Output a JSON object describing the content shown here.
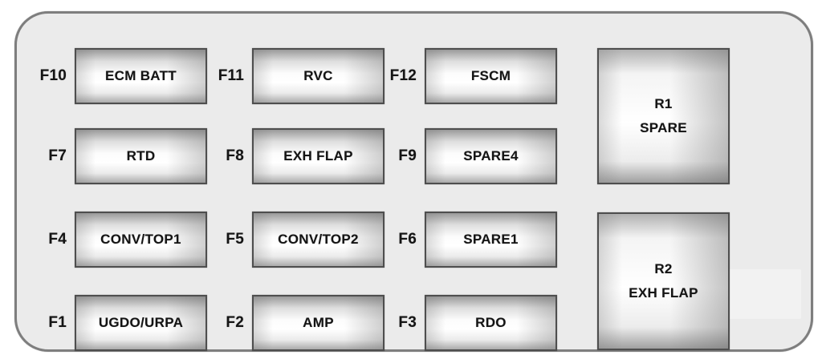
{
  "diagram": {
    "title": "rear compartment fuse block",
    "panel_background": "#ebebeb",
    "panel_border_color": "#7e7e7e",
    "fuse_border_color": "#4e4e4e",
    "text_color": "#141414"
  },
  "fuses": [
    {
      "id": "F10",
      "label": "ECM BATT"
    },
    {
      "id": "F11",
      "label": "RVC"
    },
    {
      "id": "F12",
      "label": "FSCM"
    },
    {
      "id": "F7",
      "label": "RTD"
    },
    {
      "id": "F8",
      "label": "EXH FLAP"
    },
    {
      "id": "F9",
      "label": "SPARE4"
    },
    {
      "id": "F4",
      "label": "CONV/TOP1"
    },
    {
      "id": "F5",
      "label": "CONV/TOP2"
    },
    {
      "id": "F6",
      "label": "SPARE1"
    },
    {
      "id": "F1",
      "label": "UGDO/URPA"
    },
    {
      "id": "F2",
      "label": "AMP"
    },
    {
      "id": "F3",
      "label": "RDO"
    }
  ],
  "relays": [
    {
      "id": "R1",
      "label": "SPARE"
    },
    {
      "id": "R2",
      "label": "EXH FLAP"
    }
  ]
}
